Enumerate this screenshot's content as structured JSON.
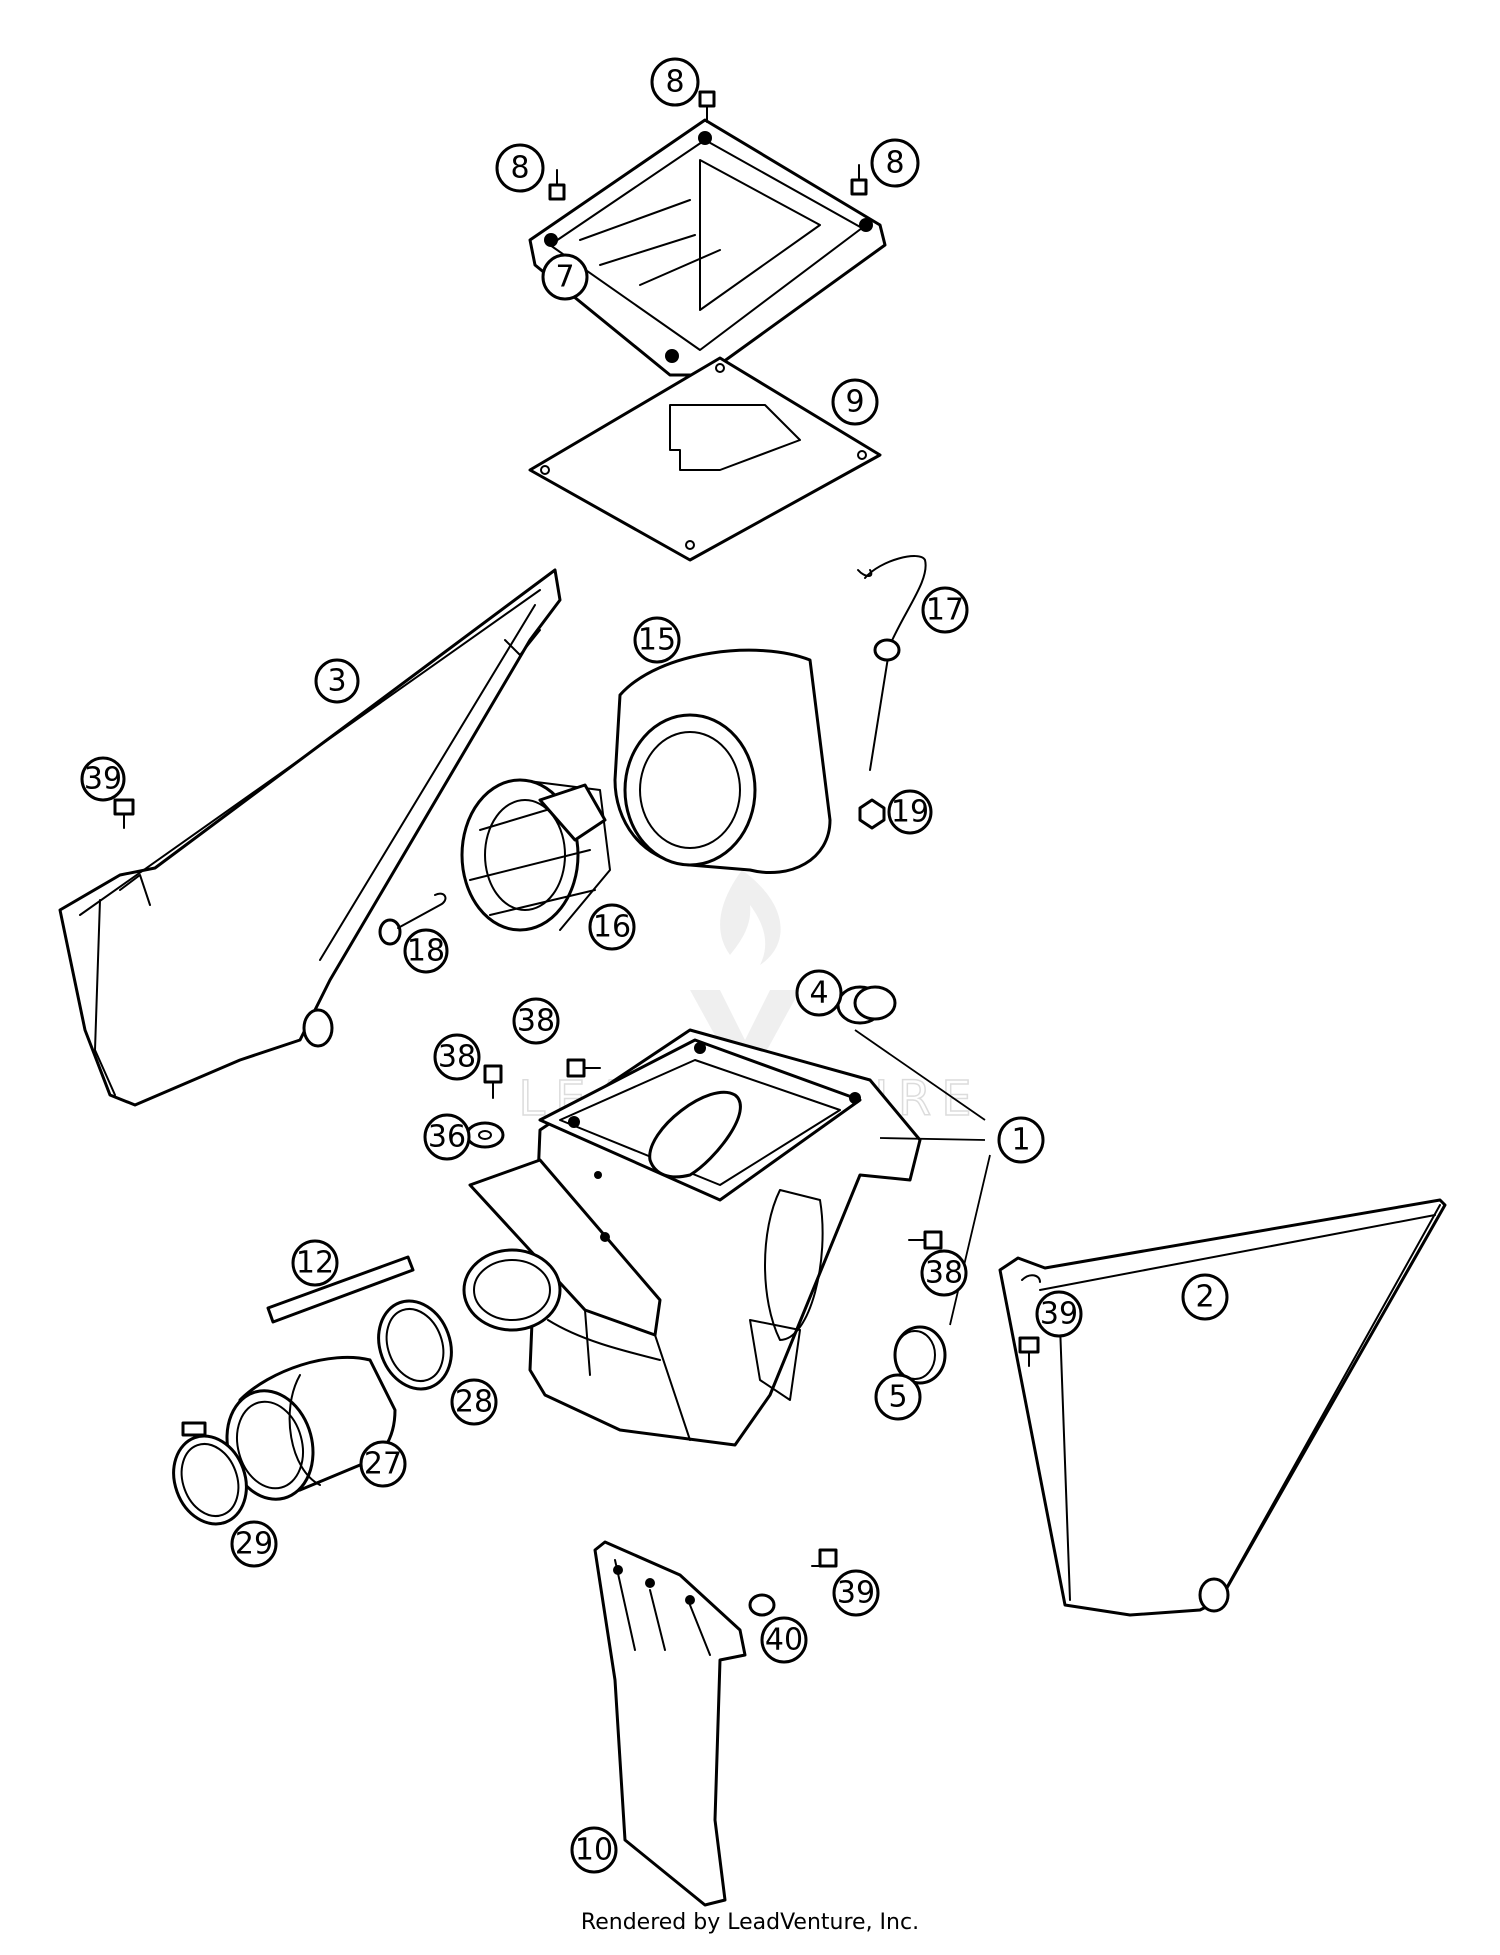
{
  "callouts": [
    {
      "id": "8a",
      "label": "8"
    },
    {
      "id": "8b",
      "label": "8"
    },
    {
      "id": "8c",
      "label": "8"
    },
    {
      "id": "7",
      "label": "7"
    },
    {
      "id": "9",
      "label": "9"
    },
    {
      "id": "17",
      "label": "17"
    },
    {
      "id": "15",
      "label": "15"
    },
    {
      "id": "3",
      "label": "3"
    },
    {
      "id": "39a",
      "label": "39"
    },
    {
      "id": "19",
      "label": "19"
    },
    {
      "id": "16",
      "label": "16"
    },
    {
      "id": "18",
      "label": "18"
    },
    {
      "id": "4",
      "label": "4"
    },
    {
      "id": "38a",
      "label": "38"
    },
    {
      "id": "38b",
      "label": "38"
    },
    {
      "id": "36",
      "label": "36"
    },
    {
      "id": "1",
      "label": "1"
    },
    {
      "id": "38c",
      "label": "38"
    },
    {
      "id": "12",
      "label": "12"
    },
    {
      "id": "2",
      "label": "2"
    },
    {
      "id": "39b",
      "label": "39"
    },
    {
      "id": "28",
      "label": "28"
    },
    {
      "id": "5",
      "label": "5"
    },
    {
      "id": "27",
      "label": "27"
    },
    {
      "id": "29",
      "label": "29"
    },
    {
      "id": "39c",
      "label": "39"
    },
    {
      "id": "40",
      "label": "40"
    },
    {
      "id": "10",
      "label": "10"
    }
  ],
  "watermark": "LEADVENTURE",
  "footer": "Rendered by LeadVenture, Inc."
}
